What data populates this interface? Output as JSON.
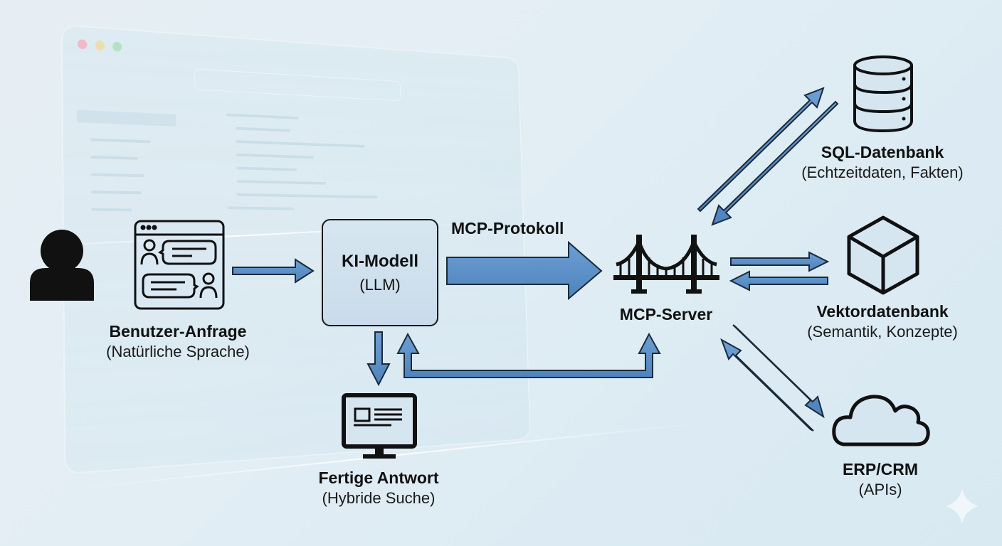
{
  "diagram": {
    "colors": {
      "arrow_fill": "#5b8fc7",
      "arrow_stroke": "#1a2a3a",
      "icon_stroke": "#111111",
      "icon_fill": "#d6e6f1",
      "background": "#e3eef4"
    },
    "nodes": {
      "user": {
        "icon": "person-icon"
      },
      "request": {
        "icon": "chat-window-icon",
        "title": "Benutzer-Anfrage",
        "subtitle": "(Natürliche Sprache)"
      },
      "llm": {
        "title": "KI-Modell",
        "subtitle": "(LLM)"
      },
      "answer": {
        "icon": "monitor-icon",
        "title": "Fertige Antwort",
        "subtitle": "(Hybride Suche)"
      },
      "mcp_server": {
        "icon": "bridge-icon",
        "title": "MCP-Server"
      },
      "sql": {
        "icon": "database-icon",
        "title": "SQL-Datenbank",
        "subtitle": "(Echtzeitdaten, Fakten)"
      },
      "vector": {
        "icon": "cube-icon",
        "title": "Vektordatenbank",
        "subtitle": "(Semantik, Konzepte)"
      },
      "erp": {
        "icon": "cloud-icon",
        "title": "ERP/CRM",
        "subtitle": "(APIs)"
      }
    },
    "edges": [
      {
        "from": "request",
        "to": "llm",
        "label": ""
      },
      {
        "from": "llm",
        "to": "mcp_server",
        "label": "MCP-Protokoll"
      },
      {
        "from": "llm",
        "to": "answer",
        "label": ""
      },
      {
        "from": "mcp_server",
        "to": "llm",
        "label": ""
      },
      {
        "from": "mcp_server",
        "to": "sql",
        "label": "",
        "bidirectional": true
      },
      {
        "from": "mcp_server",
        "to": "vector",
        "label": "",
        "bidirectional": true
      },
      {
        "from": "mcp_server",
        "to": "erp",
        "label": "",
        "bidirectional": true
      }
    ],
    "background_decor": {
      "window_dots": [
        "#f3a6b3",
        "#f4d58c",
        "#9edcb0"
      ]
    },
    "watermark": "sparkle-icon"
  }
}
